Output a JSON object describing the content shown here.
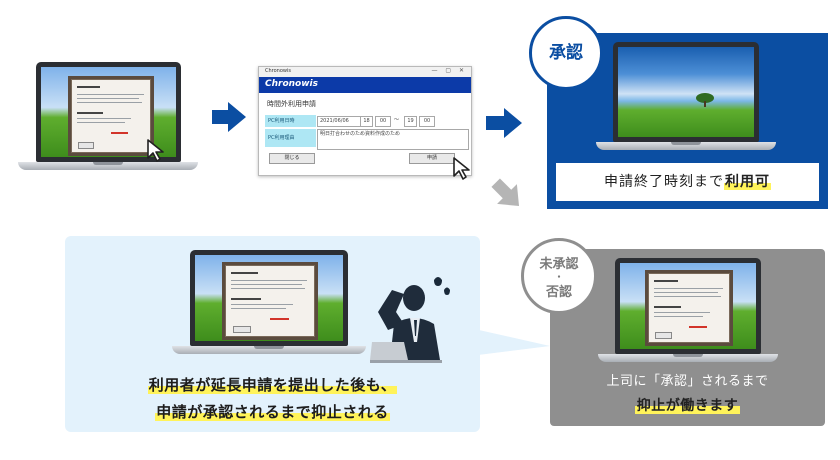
{
  "approved": {
    "badge": "承認",
    "caption_prefix": "申請終了時刻まで",
    "caption_highlight": "利用可"
  },
  "blocked": {
    "line1": "利用者が延長申請を提出した後も、",
    "line2": "申請が承認されるまで抑止される"
  },
  "rejected": {
    "badge_top": "未承認",
    "badge_dot": "・",
    "badge_bottom": "否認",
    "line1": "上司に「承認」されるまで",
    "line2": "抑止が働きます"
  },
  "app_window": {
    "title": "Chronowis",
    "brand": "Chronowis",
    "heading": "時間外利用申請",
    "label_period": "PC利用日時",
    "label_reason": "PC利用理由",
    "date_value": "2021/06/06",
    "hour_start": "18",
    "min_start": "00",
    "tilde": "〜",
    "hour_end": "19",
    "min_end": "00",
    "reason_value": "明日打合わせのため資料作成のため",
    "close_button": "閉じる",
    "apply_button": "申請"
  },
  "colors": {
    "approved_blue": "#0b4ea2",
    "arrow_blue": "#0b4ea2",
    "arrow_gray": "#b5b5b5",
    "blocked_bg": "#e3f2fc",
    "rejected_gray": "#8f8f8f",
    "highlight": "#fff35a"
  }
}
